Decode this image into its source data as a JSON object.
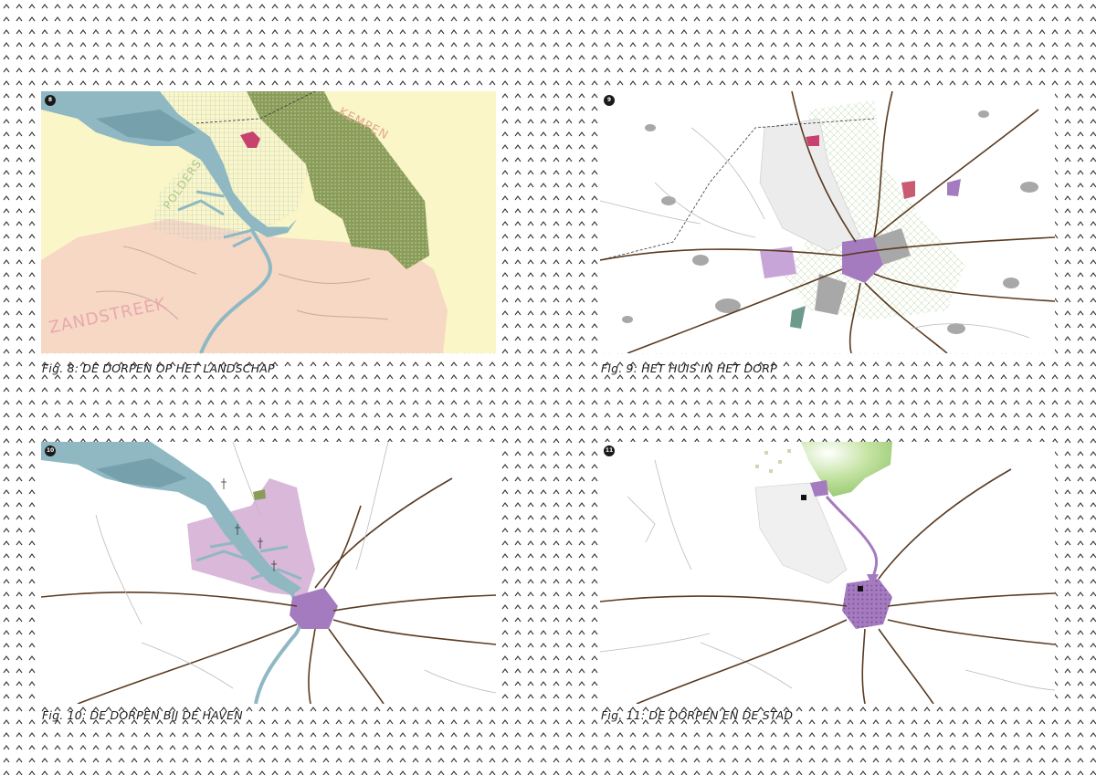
{
  "figures": [
    {
      "id": "fig8",
      "badge": "8",
      "caption": "Fig. 8: DE DORPEN OP HET LANDSCHAP",
      "labels": {
        "polders": "POLDERS",
        "kempen": "KEMPEN",
        "zandstreek": "ZANDSTREEK"
      }
    },
    {
      "id": "fig9",
      "badge": "9",
      "caption": "Fig. 9: HET HUIS IN HET DORP"
    },
    {
      "id": "fig10",
      "badge": "10",
      "caption": "Fig. 10: DE DORPEN BIJ DE HAVEN"
    },
    {
      "id": "fig11",
      "badge": "11",
      "caption": "Fig. 11: DE DORPEN EN DE STAD"
    }
  ],
  "colors": {
    "water": "#8fb8c3",
    "water_dark": "#6f9aa6",
    "sand": "#f6d8c4",
    "kempen": "#fbf6c8",
    "forest": "#8a9c5a",
    "road": "#5a3b22",
    "purple": "#a57bbf",
    "pink": "#d9b8d9",
    "village": "#c9416f",
    "grey": "#a8a8a8",
    "green": "#a7cf7c"
  }
}
